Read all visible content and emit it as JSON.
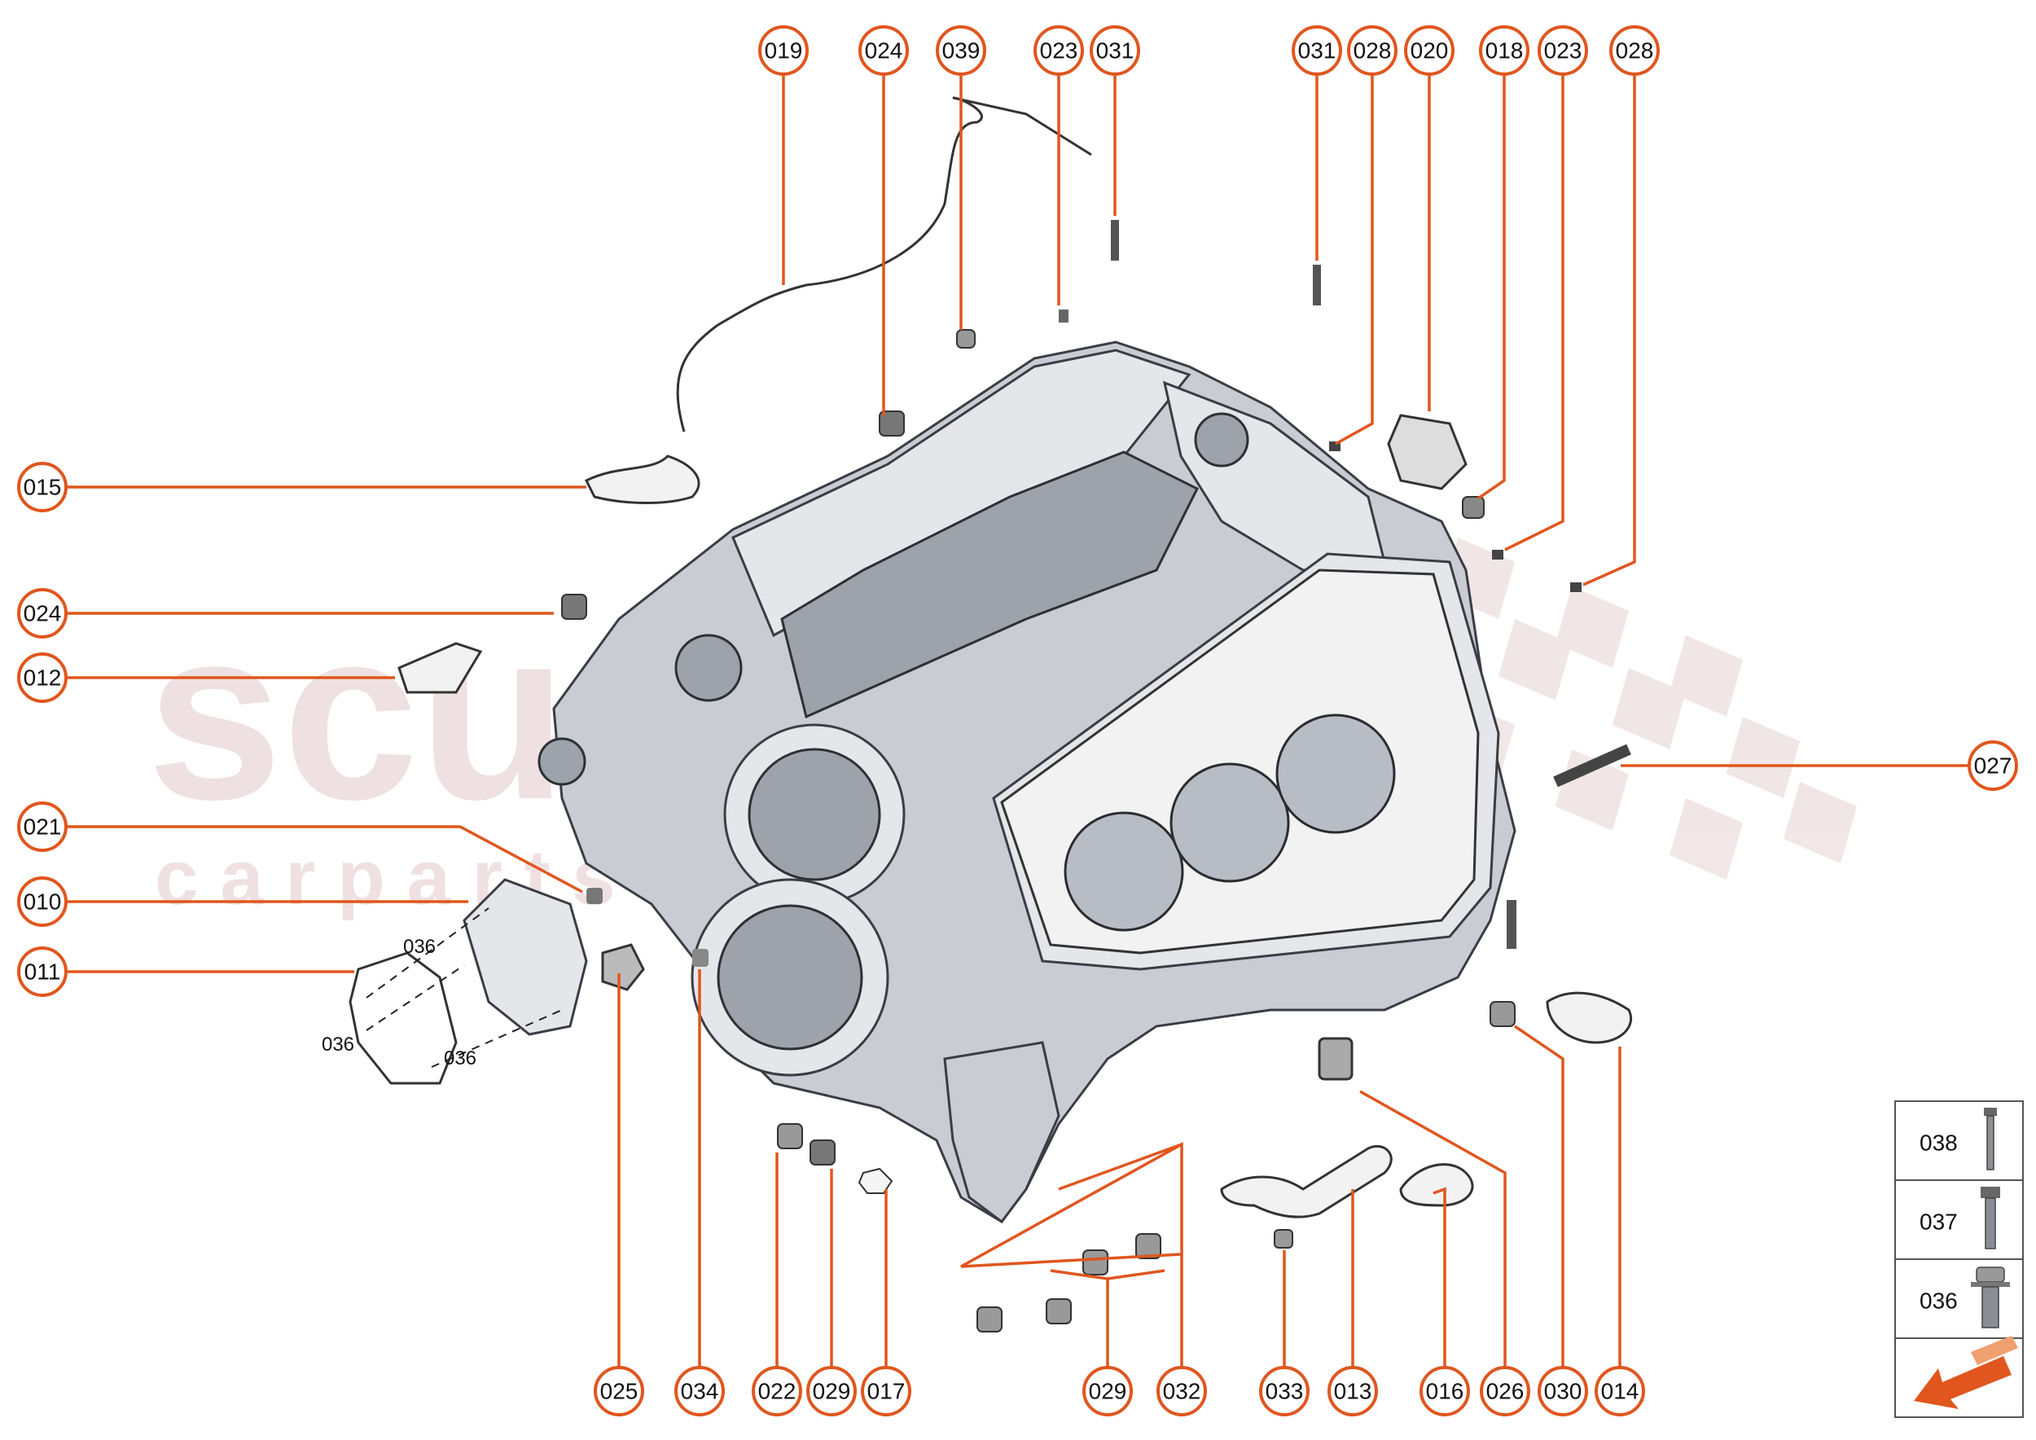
{
  "watermark": {
    "line1": "scuderia",
    "line2": "c a r  p a r t s"
  },
  "callouts_top": [
    "019",
    "024",
    "039",
    "023",
    "031",
    "031",
    "028",
    "020",
    "018",
    "023",
    "028"
  ],
  "callouts_left": [
    "015",
    "024",
    "012",
    "021",
    "010",
    "011"
  ],
  "callouts_right": [
    "027"
  ],
  "callouts_bottom": [
    "025",
    "034",
    "022",
    "029",
    "017",
    "029",
    "032",
    "033",
    "013",
    "016",
    "026",
    "030",
    "014"
  ],
  "inline_labels": [
    "036",
    "036",
    "036"
  ],
  "legend": {
    "items": [
      {
        "code": "038",
        "icon": "long-bolt-icon"
      },
      {
        "code": "037",
        "icon": "medium-bolt-icon"
      },
      {
        "code": "036",
        "icon": "flange-bolt-icon"
      }
    ],
    "direction_icon": "front-direction-arrow-icon"
  },
  "colors": {
    "accent": "#e0561e",
    "part": "#c9ccd2",
    "outline": "#3a3d44",
    "watermark": "#e3c9c9"
  }
}
